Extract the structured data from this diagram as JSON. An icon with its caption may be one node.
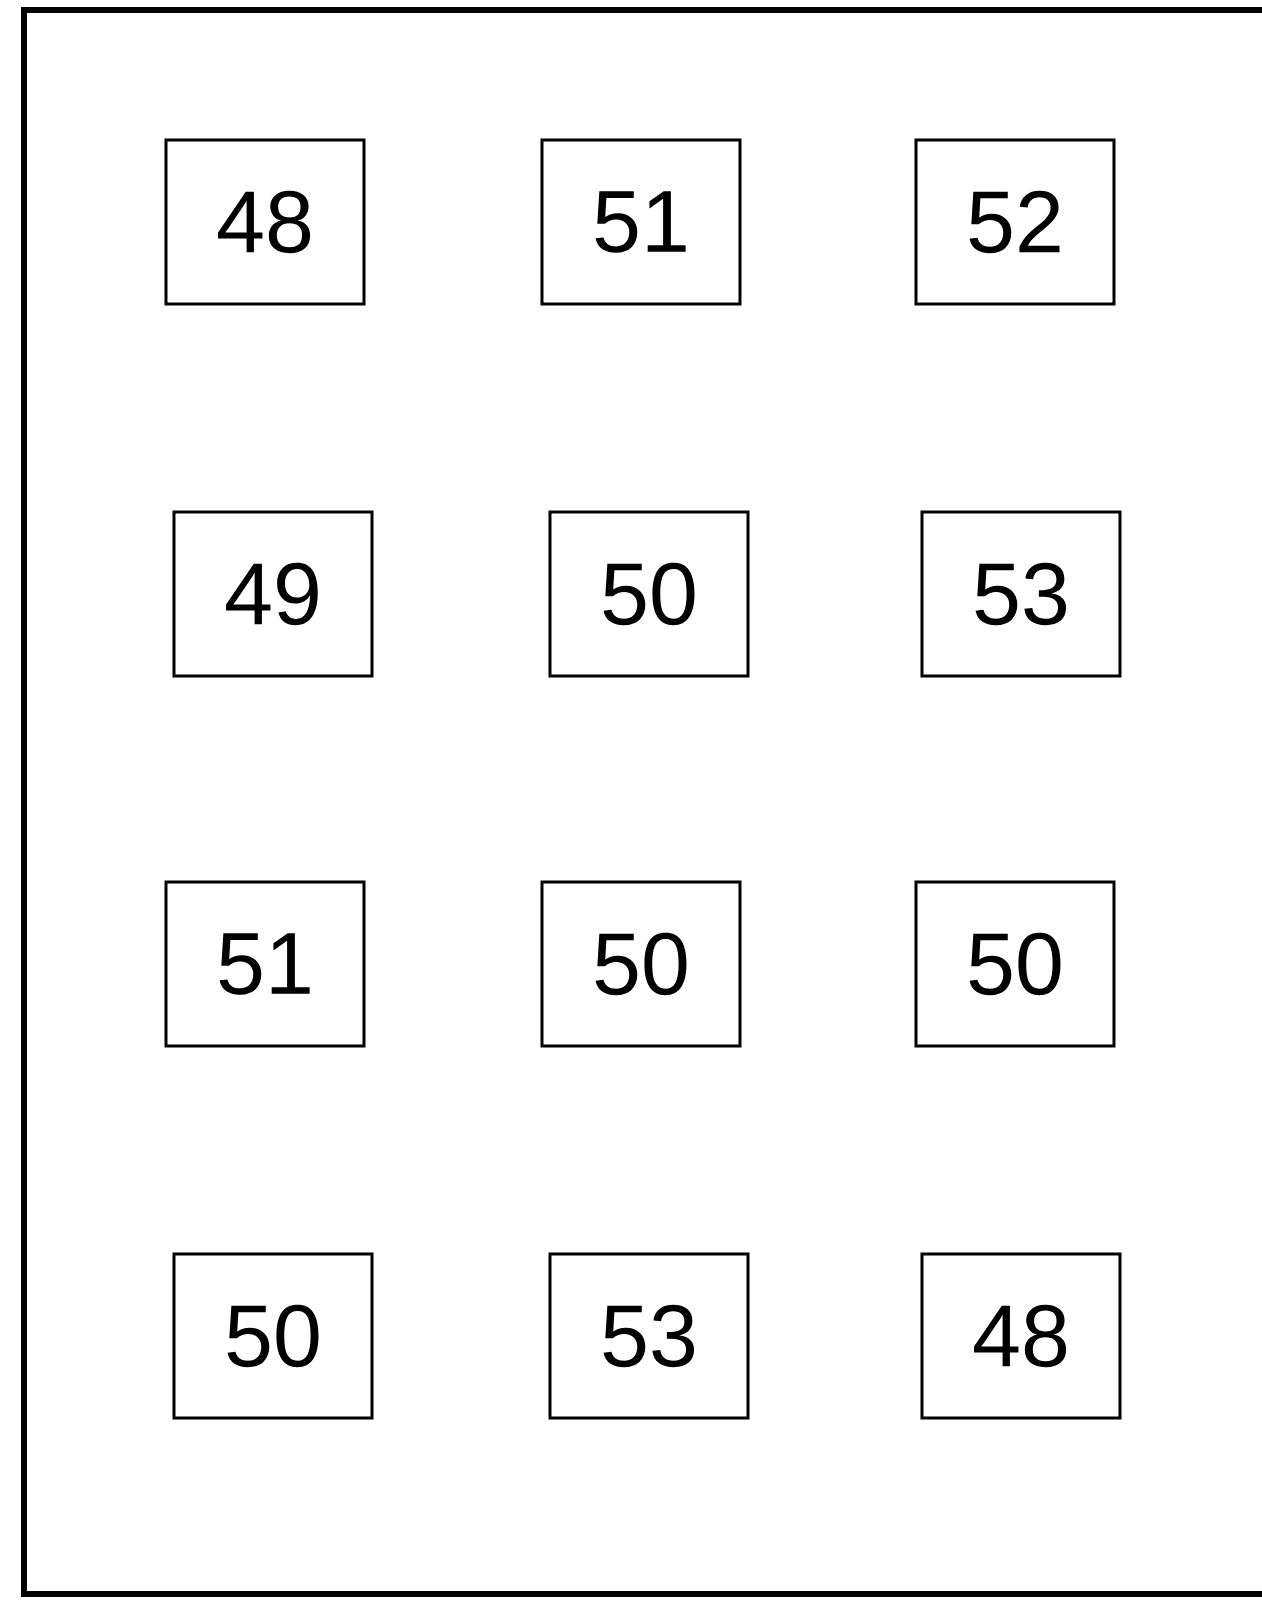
{
  "diagram": {
    "nodes": [
      {
        "text": [
          "48"
        ]
      },
      {
        "text": [
          "51"
        ]
      },
      {
        "text": [
          "52"
        ]
      },
      {
        "text": [
          "49"
        ]
      },
      {
        "text": [
          "50"
        ]
      },
      {
        "text": [
          "53"
        ]
      },
      {
        "text": [
          "51"
        ]
      },
      {
        "text": [
          "50"
        ]
      },
      {
        "text": [
          "50"
        ]
      },
      {
        "text": [
          "50"
        ]
      },
      {
        "text": [
          "53"
        ]
      },
      {
        "text": [
          "48"
        ]
      }
    ]
  }
}
